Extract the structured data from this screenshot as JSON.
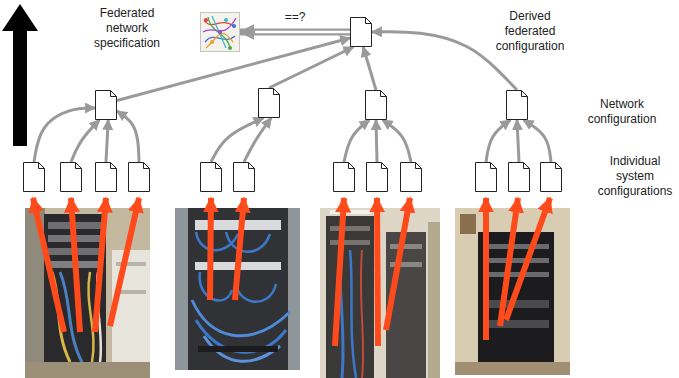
{
  "diagram": {
    "nodes": [
      {
        "text": [
          "Federated network specification"
        ]
      },
      {
        "text": [
          "Derived federated configuration"
        ]
      },
      {
        "text": []
      },
      {
        "text": []
      },
      {
        "text": []
      },
      {
        "text": []
      },
      {
        "text": []
      },
      {
        "text": []
      },
      {
        "text": []
      },
      {
        "text": []
      },
      {
        "text": []
      },
      {
        "text": []
      },
      {
        "text": []
      },
      {
        "text": []
      },
      {
        "text": []
      },
      {
        "text": []
      },
      {
        "text": []
      },
      {
        "text": []
      }
    ],
    "edges": [
      {
        "from": 1,
        "to": 0,
        "arrow": "to",
        "label": "==?"
      },
      {
        "from": 2,
        "to": 1,
        "arrow": "to"
      },
      {
        "from": 3,
        "to": 1,
        "arrow": "to"
      },
      {
        "from": 4,
        "to": 1,
        "arrow": "to"
      },
      {
        "from": 5,
        "to": 1,
        "arrow": "to"
      },
      {
        "from": 6,
        "to": 2,
        "arrow": "to"
      },
      {
        "from": 7,
        "to": 2,
        "arrow": "to"
      },
      {
        "from": 8,
        "to": 2,
        "arrow": "to"
      },
      {
        "from": 9,
        "to": 2,
        "arrow": "to"
      },
      {
        "from": 10,
        "to": 3,
        "arrow": "to"
      },
      {
        "from": 11,
        "to": 3,
        "arrow": "to"
      },
      {
        "from": 12,
        "to": 4,
        "arrow": "to"
      },
      {
        "from": 13,
        "to": 4,
        "arrow": "to"
      },
      {
        "from": 14,
        "to": 4,
        "arrow": "to"
      },
      {
        "from": 15,
        "to": 5,
        "arrow": "to"
      },
      {
        "from": 16,
        "to": 5,
        "arrow": "to"
      },
      {
        "from": 17,
        "to": 5,
        "arrow": "to"
      }
    ],
    "labels": [
      "Network configuration",
      "Individual system configurations"
    ]
  }
}
